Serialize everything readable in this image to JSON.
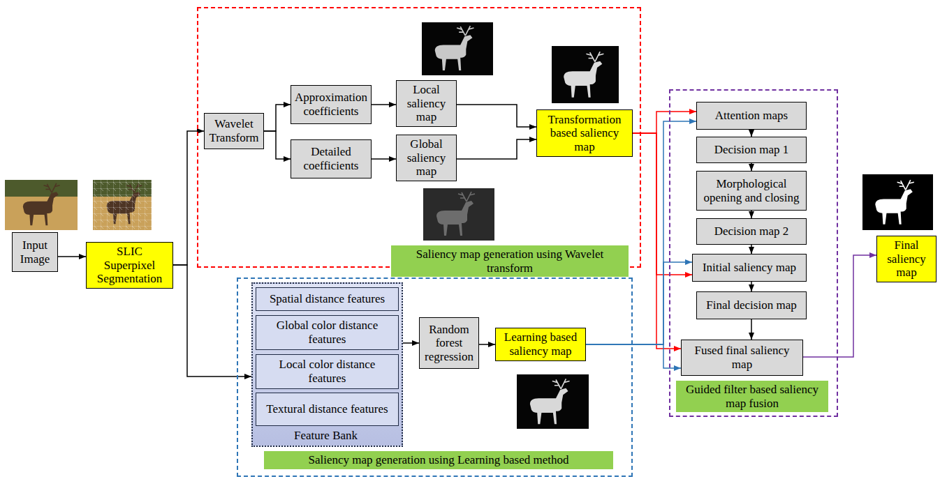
{
  "diagram": {
    "nodes": [
      {
        "text": [
          "Input Image"
        ]
      },
      {
        "text": [
          "SLIC Superpixel Segmentation"
        ]
      },
      {
        "text": [
          "Saliency map generation using Wavelet transform"
        ]
      },
      {
        "text": [
          "Wavelet Transform"
        ],
        "in": 2
      },
      {
        "text": [
          "Approximation coefficients"
        ],
        "in": 2
      },
      {
        "text": [
          "Detailed coefficients"
        ],
        "in": 2
      },
      {
        "text": [
          "Local saliency map"
        ],
        "in": 2
      },
      {
        "text": [
          "Global saliency map"
        ],
        "in": 2
      },
      {
        "text": [
          "Transformation based saliency map"
        ],
        "in": 2
      },
      {
        "text": [
          "Saliency map generation using Learning based method"
        ]
      },
      {
        "text": [
          "Feature Bank"
        ],
        "in": 9
      },
      {
        "text": [
          "Spatial distance features"
        ],
        "in": 10
      },
      {
        "text": [
          "Global color distance features"
        ],
        "in": 10
      },
      {
        "text": [
          "Local color distance features"
        ],
        "in": 10
      },
      {
        "text": [
          "Textural distance features"
        ],
        "in": 10
      },
      {
        "text": [
          "Random forest regression"
        ],
        "in": 9
      },
      {
        "text": [
          "Learning based saliency map"
        ],
        "in": 9
      },
      {
        "text": [
          "Guided filter based saliency map fusion"
        ]
      },
      {
        "text": [
          "Attention maps"
        ],
        "in": 17
      },
      {
        "text": [
          "Decision map 1"
        ],
        "in": 17
      },
      {
        "text": [
          "Morphological opening and closing"
        ],
        "in": 17
      },
      {
        "text": [
          "Decision map 2"
        ],
        "in": 17
      },
      {
        "text": [
          "Initial saliency map"
        ],
        "in": 17
      },
      {
        "text": [
          "Final decision map"
        ],
        "in": 17
      },
      {
        "text": [
          "Fused final saliency map"
        ],
        "in": 17
      },
      {
        "text": [
          "Final saliency map"
        ]
      }
    ],
    "edges": [
      {
        "from": 0,
        "to": 1,
        "arrow": "to"
      },
      {
        "from": 1,
        "to": 3,
        "arrow": "to"
      },
      {
        "from": 1,
        "to": 10,
        "arrow": "to"
      },
      {
        "from": 3,
        "to": 4,
        "arrow": "to"
      },
      {
        "from": 3,
        "to": 5,
        "arrow": "to"
      },
      {
        "from": 4,
        "to": 6,
        "arrow": "to"
      },
      {
        "from": 5,
        "to": 7,
        "arrow": "to"
      },
      {
        "from": 6,
        "to": 8,
        "arrow": "to"
      },
      {
        "from": 7,
        "to": 8,
        "arrow": "to"
      },
      {
        "from": 10,
        "to": 15,
        "arrow": "to"
      },
      {
        "from": 15,
        "to": 16,
        "arrow": "to"
      },
      {
        "from": 8,
        "to": 18,
        "arrow": "to"
      },
      {
        "from": 8,
        "to": 22,
        "arrow": "to"
      },
      {
        "from": 8,
        "to": 24,
        "arrow": "to"
      },
      {
        "from": 16,
        "to": 18,
        "arrow": "to"
      },
      {
        "from": 16,
        "to": 22,
        "arrow": "to"
      },
      {
        "from": 16,
        "to": 24,
        "arrow": "to"
      },
      {
        "from": 18,
        "to": 19,
        "arrow": "to"
      },
      {
        "from": 19,
        "to": 20,
        "arrow": "to"
      },
      {
        "from": 20,
        "to": 21,
        "arrow": "to"
      },
      {
        "from": 21,
        "to": 22,
        "arrow": "to"
      },
      {
        "from": 22,
        "to": 23,
        "arrow": "to"
      },
      {
        "from": 23,
        "to": 24,
        "arrow": "to"
      },
      {
        "from": 24,
        "to": 25,
        "arrow": "to"
      }
    ]
  }
}
